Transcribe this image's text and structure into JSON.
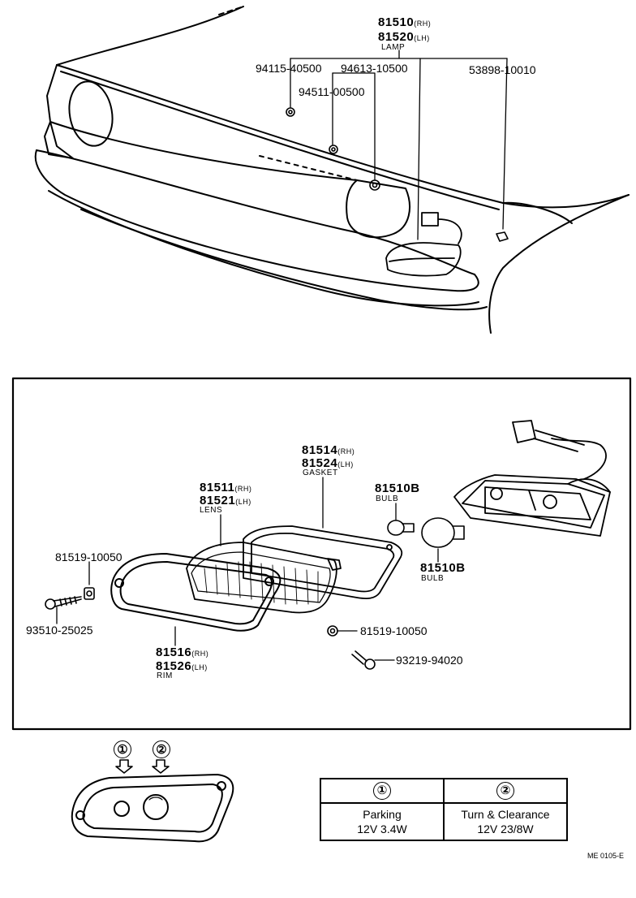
{
  "top": {
    "lamp_rh": "81510",
    "lamp_rh_side": "(RH)",
    "lamp_lh": "81520",
    "lamp_lh_side": "(LH)",
    "lamp_caption": "LAMP",
    "p1": "94115-40500",
    "p2": "94613-10500",
    "p3": "53898-10010",
    "p4": "94511-00500"
  },
  "exploded": {
    "gasket_rh": "81514",
    "gasket_rh_side": "(RH)",
    "gasket_lh": "81524",
    "gasket_lh_side": "(LH)",
    "gasket_caption": "GASKET",
    "lens_rh": "81511",
    "lens_rh_side": "(RH)",
    "lens_lh": "81521",
    "lens_lh_side": "(LH)",
    "lens_caption": "LENS",
    "bulb1": "81510B",
    "bulb1_caption": "BULB",
    "bulb2": "81510B",
    "bulb2_caption": "BULB",
    "nut_left": "81519-10050",
    "screw_left": "93510-25025",
    "nut_right": "81519-10050",
    "screw_right": "93219-94020",
    "rim_rh": "81516",
    "rim_rh_side": "(RH)",
    "rim_lh": "81526",
    "rim_lh_side": "(LH)",
    "rim_caption": "RIM"
  },
  "detail": {
    "marker1": "①",
    "marker2": "②"
  },
  "table": {
    "h1": "①",
    "h2": "②",
    "c1_line1": "Parking",
    "c1_line2": "12V 3.4W",
    "c2_line1": "Turn & Clearance",
    "c2_line2": "12V 23/8W"
  },
  "footer": {
    "code": "ME 0105-E"
  }
}
